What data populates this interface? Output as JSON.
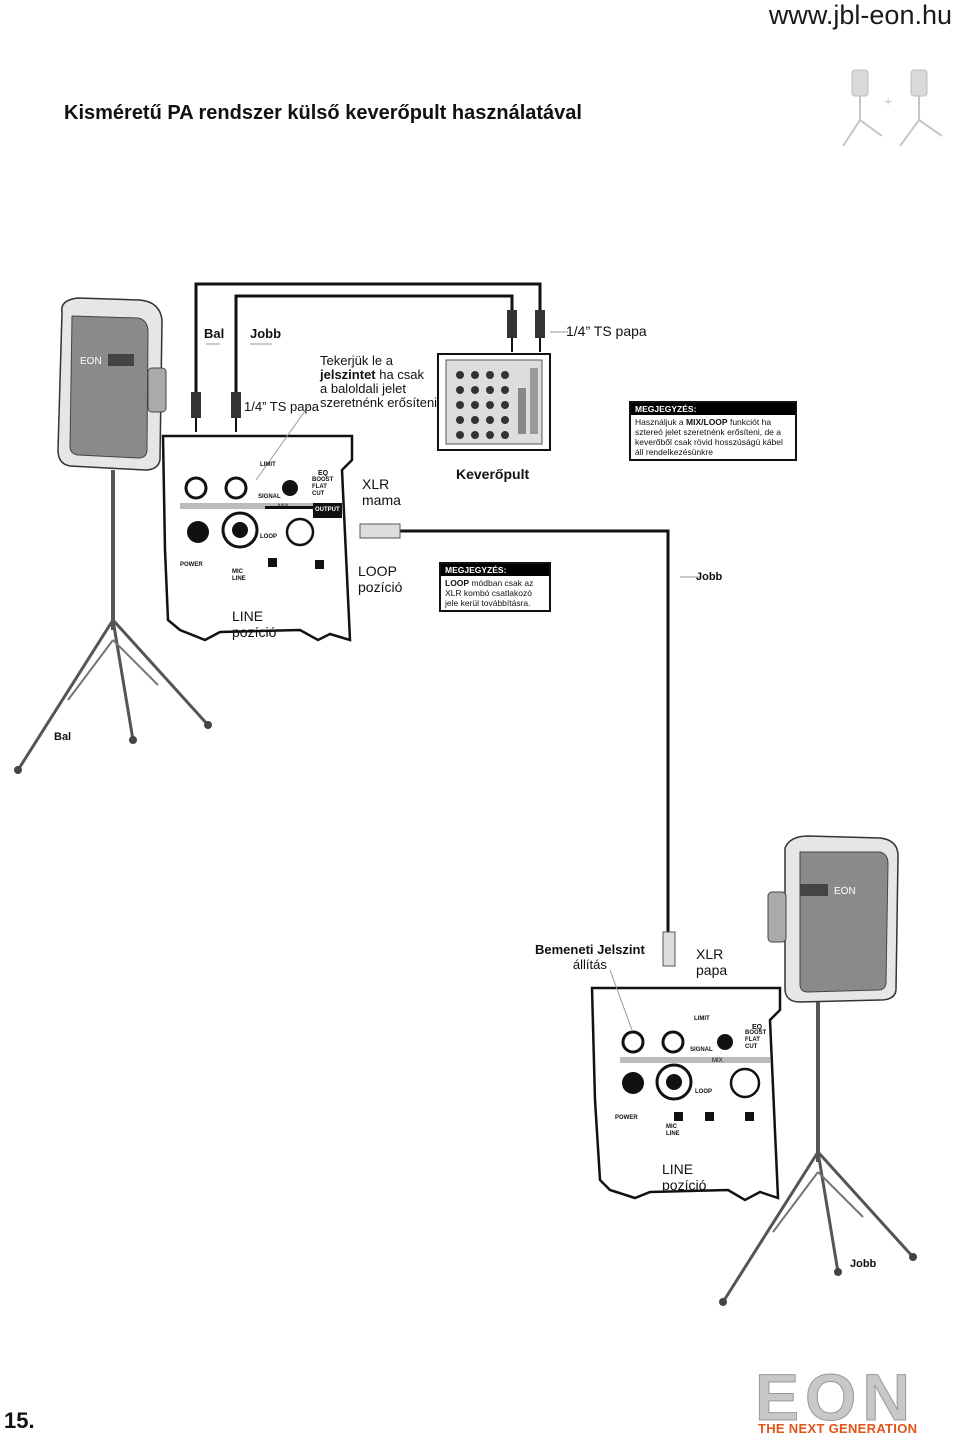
{
  "header": {
    "site_url": "www.jbl-eon.hu",
    "title": "Kisméretű PA rendszer külső keverőpult használatával"
  },
  "labels": {
    "bal_top": "Bal",
    "jobb_top": "Jobb",
    "ts_papa_right": "1/4” TS papa",
    "ts_papa_left": "1/4” TS papa",
    "adjust_note": [
      "Tekerjük le a",
      "jelszintet",
      " ha csak",
      "a baloldali jelet",
      "szeretnénk erősíteni"
    ],
    "xlr_mama": [
      "XLR",
      "mama"
    ],
    "mixer": "Keverőpult",
    "loop_pos": [
      "LOOP",
      "pozíció"
    ],
    "line_pos_left": [
      "LINE",
      "pozíció"
    ],
    "line_pos_right": [
      "LINE",
      "pozíció"
    ],
    "jobb_cable": "Jobb",
    "bal_speaker": "Bal",
    "jobb_speaker": "Jobb",
    "input_level": [
      "Bemeneti Jelszint",
      "állítás"
    ],
    "xlr_papa": [
      "XLR",
      "papa"
    ],
    "speaker_logo": "EON"
  },
  "notes": {
    "note1": {
      "title": "MEGJEGYZÉS:",
      "body_pre": "Használjuk a ",
      "body_bold": "MIX/LOOP",
      "body_post": " funkciót ha sztereó jelet szeretnénk erősíteni, de a keverőből csak rövid hosszúságú kábel áll rendelkezésünkre"
    },
    "note2": {
      "title": "MEGJEGYZÉS:",
      "body_bold": "LOOP",
      "body_post": " módban csak az XLR kombó csatlakozó jele kerül továbbításra."
    }
  },
  "panel": {
    "limit": "LIMIT",
    "eq": "EQ",
    "boost": "BOOST",
    "flat": "FLAT",
    "cut": "CUT",
    "signal": "SIGNAL",
    "output": "OUTPUT",
    "mix": "MIX",
    "loop": "LOOP",
    "power": "POWER",
    "mic": "MIC",
    "line": "LINE"
  },
  "footer": {
    "page_number": "15.",
    "brand": "EON",
    "tagline": "THE NEXT GENERATION"
  }
}
